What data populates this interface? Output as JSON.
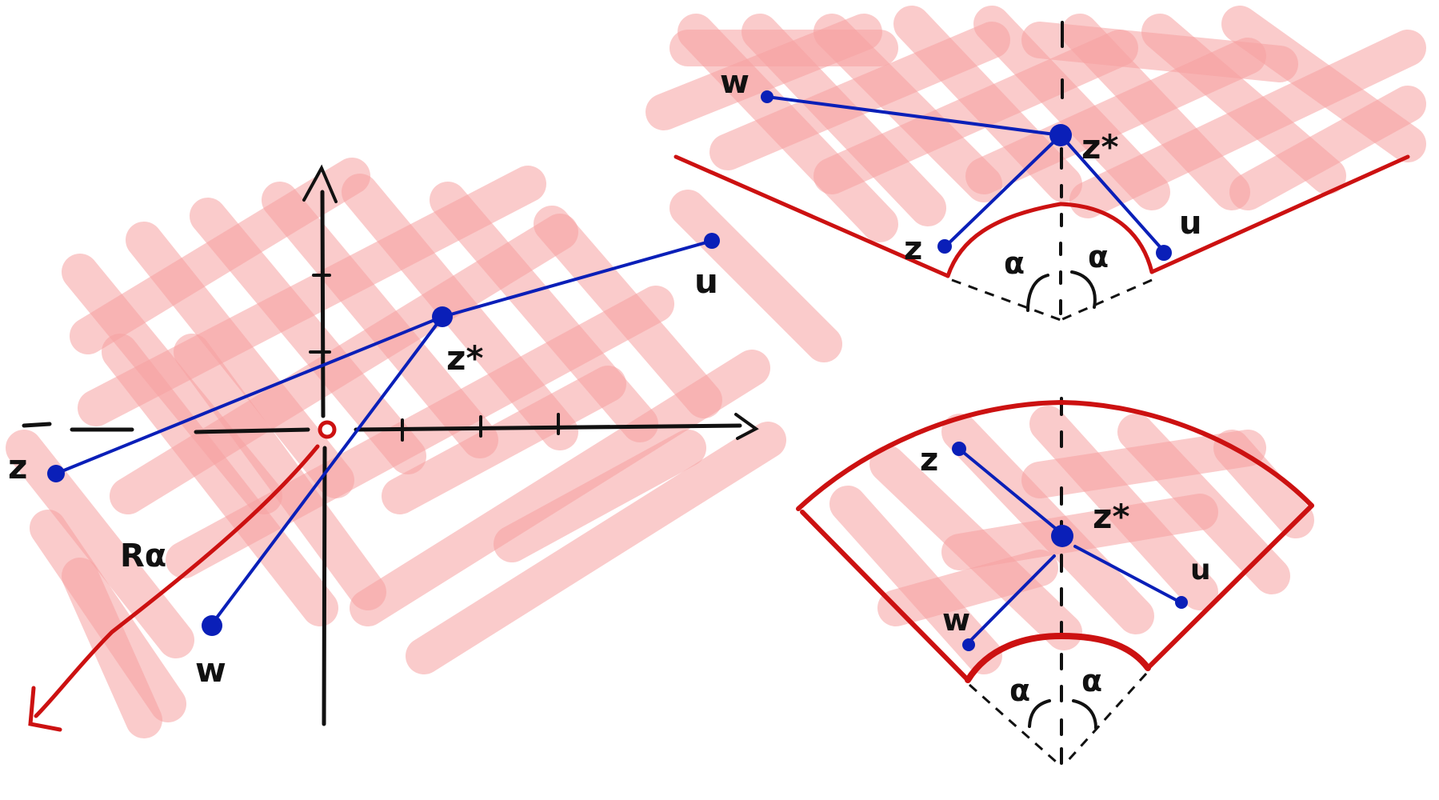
{
  "colors": {
    "ink": "#111111",
    "blue": "#0a1fb8",
    "red": "#cc1111",
    "hatch": "#f6a0a0"
  },
  "panels": {
    "cartesian": {
      "labels": {
        "z_star": "z*",
        "z": "z",
        "w": "w",
        "u": "u",
        "r_alpha": "Rα",
        "origin": "o"
      }
    },
    "wedge_upper": {
      "labels": {
        "z_star": "z*",
        "z": "z",
        "w": "w",
        "u": "u",
        "alpha_left": "α",
        "alpha_right": "α"
      }
    },
    "wedge_lower": {
      "labels": {
        "z_star": "z*",
        "z": "z",
        "w": "w",
        "u": "u",
        "alpha_left": "α",
        "alpha_right": "α"
      }
    }
  }
}
